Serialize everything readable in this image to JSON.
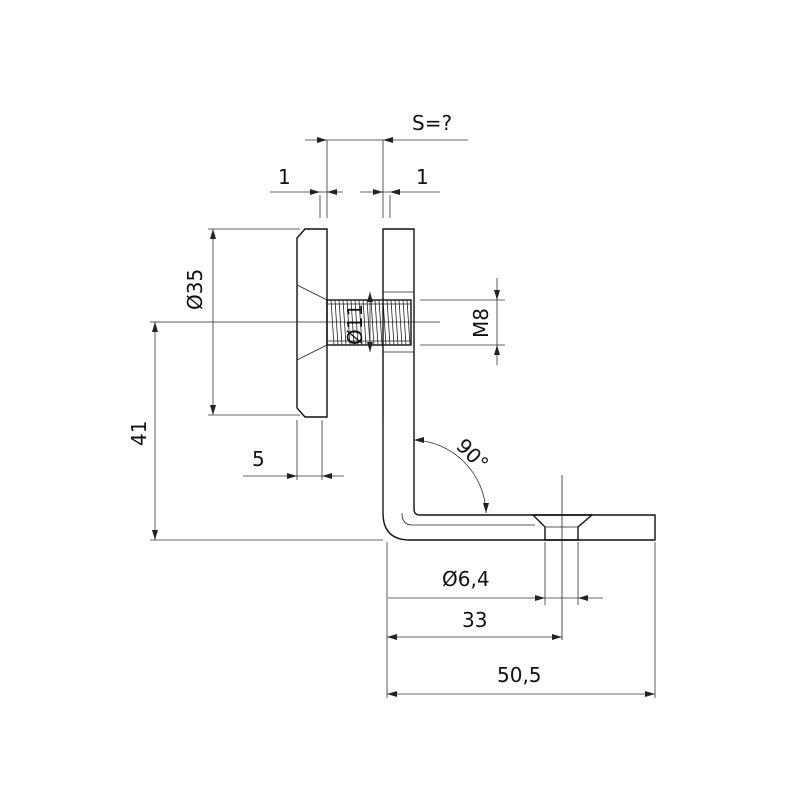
{
  "dimensions": {
    "gap_label": "S=?",
    "left_offset": "1",
    "right_offset": "1",
    "disc_diameter": "Ø35",
    "bolt_diameter": "Ø11",
    "thread": "M8",
    "disc_thickness": "5",
    "height": "41",
    "angle": "90°",
    "hole_diameter": "Ø6,4",
    "hole_position": "33",
    "base_length": "50,5"
  },
  "colors": {
    "line": "#111111",
    "background": "#ffffff"
  }
}
